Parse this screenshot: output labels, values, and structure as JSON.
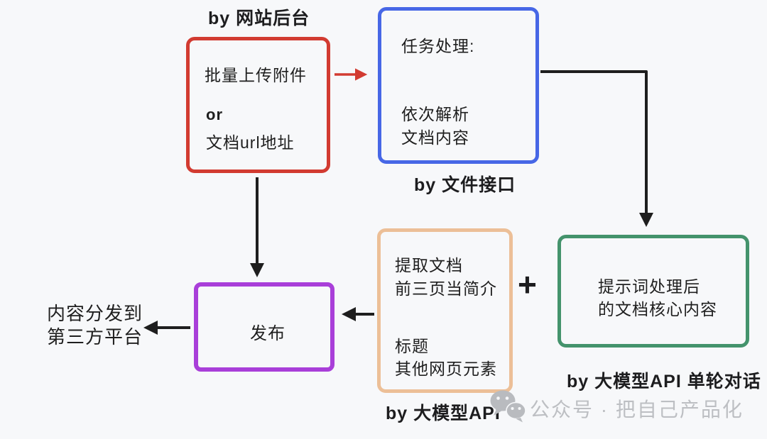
{
  "page": {
    "background": "#f7f8fa",
    "text_color": "#1f1f1f"
  },
  "diagram": {
    "backend_label": "by 网站后台",
    "upload_box": {
      "line1": "批量上传附件",
      "line2": "or",
      "line3": "文档url地址",
      "border_color": "#d23b31"
    },
    "task_box": {
      "line1": "任务处理:",
      "line2": "依次解析",
      "line3": "文档内容",
      "border_color": "#4767e6"
    },
    "file_api_label": "by 文件接口",
    "extract_box": {
      "line1": "提取文档",
      "line2": "前三页当简介",
      "line3": "标题",
      "line4": "其他网页元素",
      "border_color": "#ecbf97"
    },
    "llm_api_label": "by 大模型API",
    "plus_sign": "+",
    "core_box": {
      "line1": "提示词处理后",
      "line2": "的文档核心内容",
      "border_color": "#44936c"
    },
    "llm_single_turn_label": "by 大模型API 单轮对话",
    "publish_box": {
      "label": "发布",
      "border_color": "#a93fd9"
    },
    "distribute_label": {
      "line1": "内容分发到",
      "line2": "第三方平台"
    },
    "arrow_color": "#1e1e1e",
    "red_arrow_color": "#d23b31"
  },
  "watermark": {
    "icon": "wechat-icon",
    "text": "公众号 · 把自己产品化",
    "color": "#bdbfc3"
  }
}
